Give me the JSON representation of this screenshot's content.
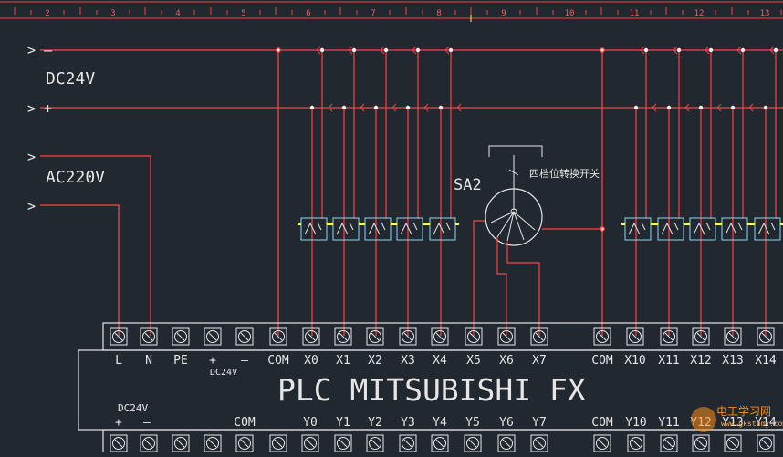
{
  "ruler": {
    "numbers": [
      "2",
      "3",
      "4",
      "5",
      "6",
      "7",
      "8",
      "9",
      "10",
      "11",
      "12",
      "13"
    ]
  },
  "bus": {
    "dc_minus": ">  —",
    "dc_label": "DC24V",
    "dc_plus": ">  +",
    "ac_line": ">",
    "ac_label": "AC220V",
    "ac_neutral": ">"
  },
  "selector": {
    "tag": "SA2",
    "description": "四档位转换开关"
  },
  "terminals_top": [
    "L",
    "N",
    "PE",
    "+",
    "—",
    "COM",
    "X0",
    "X1",
    "X2",
    "X3",
    "X4",
    "X5",
    "X6",
    "X7",
    "COM",
    "X10",
    "X11",
    "X12",
    "X13",
    "X14"
  ],
  "dc24v_under_pm": "DC24V",
  "plc_title": "PLC  MITSUBISHI  FX",
  "bottom_dc_label": "DC24V",
  "bottom_plus": "+",
  "bottom_minus": "—",
  "terminals_bottom": [
    "COM",
    "Y0",
    "Y1",
    "Y2",
    "Y3",
    "Y4",
    "Y5",
    "Y6",
    "Y7",
    "COM",
    "Y10",
    "Y11",
    "Y12",
    "Y13",
    "Y14"
  ],
  "watermark": "电工学习网",
  "watermark_site": "www.gkstudy.com",
  "colors": {
    "background": "#212830",
    "wire": "#ff4040",
    "text": "#e6e6e6",
    "switch": "#7fdcff",
    "ruler": "#ff3a3a",
    "watermark": "#ff8c1a"
  }
}
